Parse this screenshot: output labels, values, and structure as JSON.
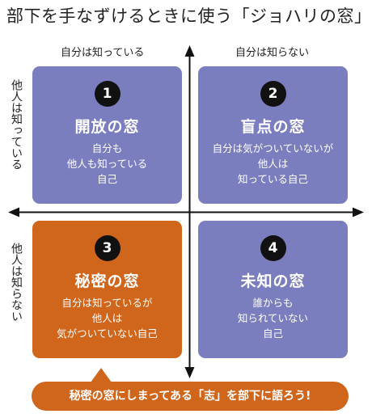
{
  "title": "部下を手なずけるときに使う「ジョハリの窓」",
  "columns": {
    "left": "自分は知っている",
    "right": "自分は知らない"
  },
  "rows": {
    "top": "他人は知っている",
    "bottom": "他人は知らない"
  },
  "quadrants": [
    {
      "number": "1",
      "title": "開放の窓",
      "lines": [
        "自分も",
        "他人も知っている",
        "自己"
      ],
      "color": "#7b7ebe"
    },
    {
      "number": "2",
      "title": "盲点の窓",
      "lines": [
        "自分は気がついていないが",
        "他人は",
        "知っている自己"
      ],
      "color": "#7b7ebe"
    },
    {
      "number": "3",
      "title": "秘密の窓",
      "lines": [
        "自分は知っているが",
        "他人は",
        "気がついていない自己"
      ],
      "color": "#d0661c"
    },
    {
      "number": "4",
      "title": "未知の窓",
      "lines": [
        "誰からも",
        "知られていない",
        "自己"
      ],
      "color": "#7b7ebe"
    }
  ],
  "callout": "秘密の窓にしまってある「志」を部下に語ろう!"
}
